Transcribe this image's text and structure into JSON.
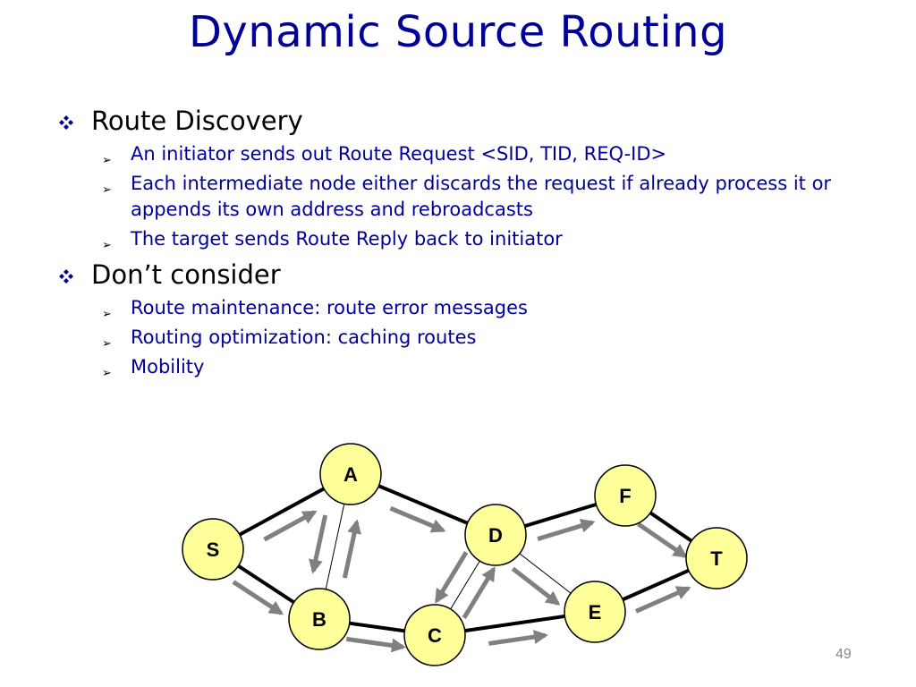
{
  "slide": {
    "title": "Dynamic Source Routing",
    "page_number": "49",
    "colors": {
      "title": "#000099",
      "sub_bullet_text": "#000099",
      "node_fill": "#ffff99",
      "arrow": "#808080",
      "edge": "#000000"
    },
    "sections": [
      {
        "heading": "Route Discovery",
        "bullet_icon": "diamond-cluster-icon",
        "items": [
          "An initiator sends out Route Request <SID, TID, REQ-ID>",
          "Each intermediate node either discards the request if already process it or appends its own address and rebroadcasts",
          "The target sends Route Reply back to initiator"
        ]
      },
      {
        "heading": "Don’t consider",
        "bullet_icon": "diamond-cluster-icon",
        "items": [
          "Route maintenance: route error messages",
          "Routing optimization: caching routes",
          "Mobility"
        ]
      }
    ],
    "sub_bullet_icon": "arrowhead-icon"
  },
  "diagram": {
    "nodes": [
      "S",
      "A",
      "B",
      "C",
      "D",
      "E",
      "F",
      "T"
    ],
    "edges": [
      {
        "from": "S",
        "to": "A",
        "style": "thick"
      },
      {
        "from": "S",
        "to": "B",
        "style": "thick"
      },
      {
        "from": "A",
        "to": "B",
        "style": "thin"
      },
      {
        "from": "A",
        "to": "D",
        "style": "thick"
      },
      {
        "from": "B",
        "to": "C",
        "style": "thick"
      },
      {
        "from": "C",
        "to": "D",
        "style": "thin"
      },
      {
        "from": "C",
        "to": "E",
        "style": "thick"
      },
      {
        "from": "D",
        "to": "F",
        "style": "thick"
      },
      {
        "from": "D",
        "to": "E",
        "style": "thin"
      },
      {
        "from": "F",
        "to": "T",
        "style": "thick"
      },
      {
        "from": "E",
        "to": "T",
        "style": "thick"
      }
    ],
    "broadcasts": [
      {
        "from": "S",
        "to": "A"
      },
      {
        "from": "S",
        "to": "B"
      },
      {
        "from": "A",
        "to": "B"
      },
      {
        "from": "B",
        "to": "A"
      },
      {
        "from": "A",
        "to": "D"
      },
      {
        "from": "B",
        "to": "C"
      },
      {
        "from": "D",
        "to": "C"
      },
      {
        "from": "C",
        "to": "D"
      },
      {
        "from": "C",
        "to": "E"
      },
      {
        "from": "D",
        "to": "F"
      },
      {
        "from": "D",
        "to": "E"
      },
      {
        "from": "F",
        "to": "T"
      },
      {
        "from": "E",
        "to": "T"
      }
    ]
  }
}
